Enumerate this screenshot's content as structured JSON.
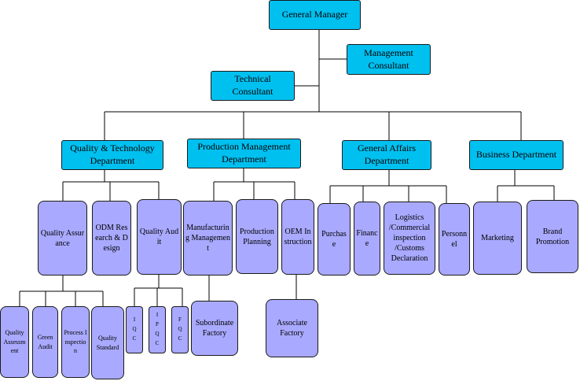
{
  "nodes": {
    "general_manager": "General Manager",
    "management_consultant": "Management Consultant",
    "technical_consultant": "Technical Consultant",
    "quality_technology_department": "Quality & Technology Department",
    "production_management_department": "Production Management Department",
    "general_affairs_department": "General Affairs Department",
    "business_department": "Business Department",
    "quality_assurance": "Quality Assurance",
    "odm_research_design": "ODM Research & Design",
    "quality_audit": "Quality Audit",
    "manufacturing_management": "Manufacturing Management",
    "production_planning": "Production Planning",
    "oem_instruction": "OEM Instruction",
    "purchase": "Purchase",
    "finance": "Finance",
    "logistics_customs": "Logistics /Commercial inspection /Customs Declaration",
    "personnel": "Personnel",
    "marketing": "Marketing",
    "brand_promotion": "Brand Promotion",
    "quality_assessment": "Quality Assessment",
    "green_audit": "Green Audit",
    "process_inspection": "Process Inspection",
    "quality_standard": "Quality Standard",
    "iqc": "IQC",
    "ipqc": "IPQC",
    "fqc": "FQC",
    "subordinate_factory": "Subordinate Factory",
    "associate_factory": "Associate Factory"
  }
}
